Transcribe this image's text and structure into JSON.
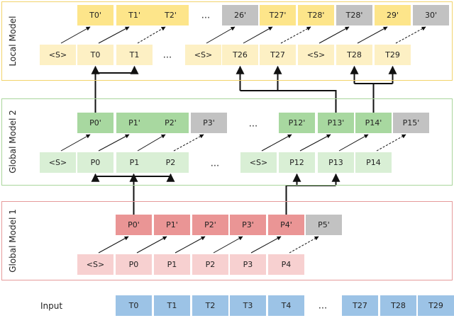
{
  "panels": {
    "local": {
      "title": "Local Model",
      "border": "#f2d36b"
    },
    "global2": {
      "title": "Global Model 2",
      "border": "#a9d59b"
    },
    "global1": {
      "title": "Global Model 1",
      "border": "#e69a9a"
    }
  },
  "colors": {
    "yellow_dark": "#fde58a",
    "yellow_light": "#fdf0c4",
    "green_dark": "#a8d8a0",
    "green_light": "#d9efd5",
    "red_dark": "#ea9595",
    "red_light": "#f7d0d0",
    "gray": "#c2c2c2",
    "blue": "#9cc3e6"
  },
  "local": {
    "outputs": [
      "T0'",
      "T1'",
      "T2'",
      "26'",
      "T27'",
      "T28'",
      "T28'",
      "29'",
      "30'"
    ],
    "inputs": [
      "<S>",
      "T0",
      "T1",
      "<S>",
      "T26",
      "T27",
      "<S>",
      "T28",
      "T29"
    ]
  },
  "global2": {
    "outputs": [
      "P0'",
      "P1'",
      "P2'",
      "P3'",
      "P12'",
      "P13'",
      "P14'",
      "P15'"
    ],
    "inputs": [
      "<S>",
      "P0",
      "P1",
      "P2",
      "<S>",
      "P12",
      "P13",
      "P14"
    ]
  },
  "global1": {
    "outputs": [
      "P0'",
      "P1'",
      "P2'",
      "P3'",
      "P4'",
      "P5'"
    ],
    "inputs": [
      "<S>",
      "P0",
      "P1",
      "P2",
      "P3",
      "P4"
    ]
  },
  "input": {
    "label": "Input",
    "tokens": [
      "T0",
      "T1",
      "T2",
      "T3",
      "T4",
      "T27",
      "T28",
      "T29"
    ]
  },
  "ellipsis": "..."
}
